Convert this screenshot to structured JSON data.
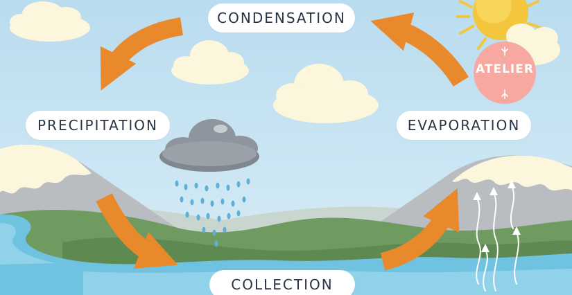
{
  "labels": {
    "condensation": "CONDENSATION",
    "precipitation": "PRECIPITATION",
    "evaporation": "EVAPORATION",
    "collection": "COLLECTION"
  },
  "badge": {
    "text": "ATELIER"
  },
  "colors": {
    "sky": "#cfe6f3",
    "arrow": "#e8892c",
    "cloud": "#fbf6dc",
    "rain_cloud": "#8e959e",
    "rain": "#5fb0d6",
    "sun": "#f4c63d",
    "mountain": "#b9bcc1",
    "snow": "#fbf6dc",
    "hills": "#6f9a60",
    "water": "#6fc3e0",
    "badge": "#f7a8a0",
    "label_text": "#273447"
  }
}
